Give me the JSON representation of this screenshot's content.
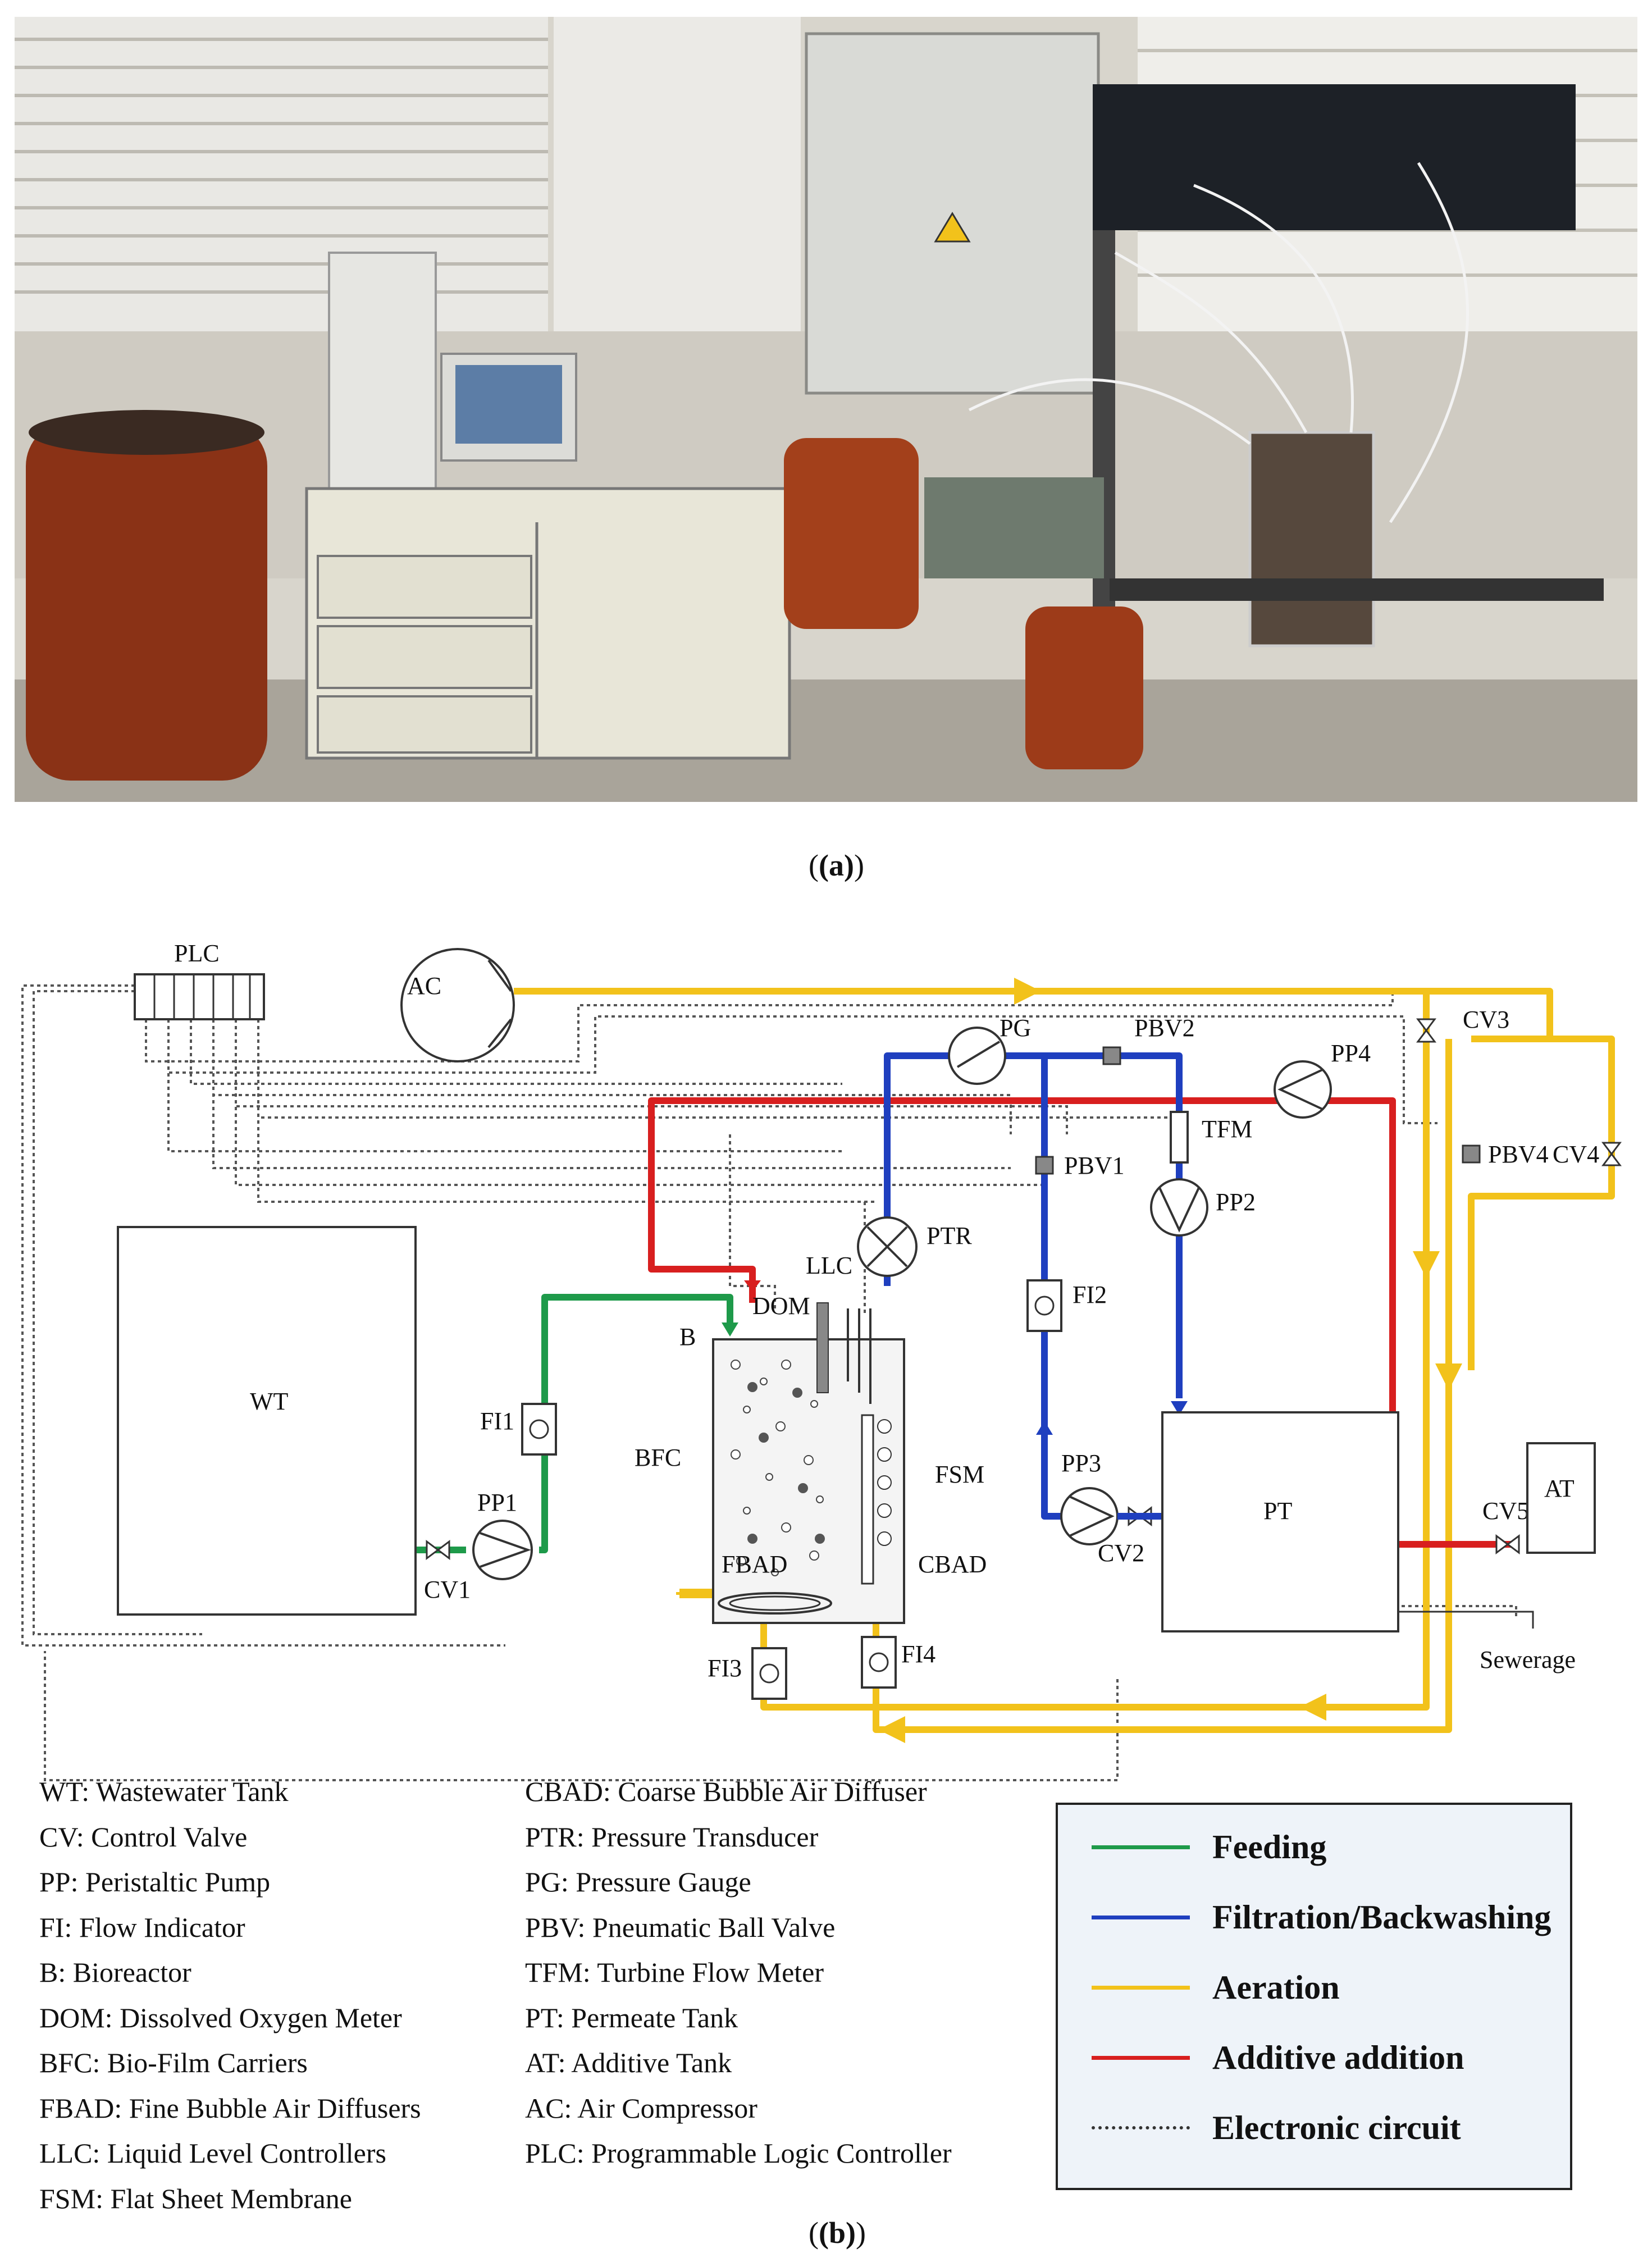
{
  "captions": {
    "photo": "(a)",
    "diagram": "(b)"
  },
  "diagram": {
    "labels": {
      "plc": "PLC",
      "ac": "AC",
      "pg": "PG",
      "pbv2": "PBV2",
      "pp4": "PP4",
      "cv3": "CV3",
      "tfm": "TFM",
      "pbv4": "PBV4",
      "cv4": "CV4",
      "pbv1": "PBV1",
      "pp2": "PP2",
      "ptr": "PTR",
      "fi2": "FI2",
      "llc": "LLC",
      "dom": "DOM",
      "b": "B",
      "wt": "WT",
      "fi1": "FI1",
      "bfc": "BFC",
      "fsm": "FSM",
      "pp3": "PP3",
      "pt": "PT",
      "cv5": "CV5",
      "at": "AT",
      "cv2": "CV2",
      "fbad": "FBAD",
      "cbad": "CBAD",
      "pp1": "PP1",
      "cv1": "CV1",
      "sewerage": "Sewerage",
      "fi3": "FI3",
      "fi4": "FI4"
    }
  },
  "glossary_left": [
    "WT: Wastewater Tank",
    "CV: Control Valve",
    "PP: Peristaltic Pump",
    "FI: Flow Indicator",
    "B: Bioreactor",
    "DOM: Dissolved Oxygen Meter",
    "BFC: Bio-Film Carriers",
    "FBAD: Fine Bubble Air Diffusers",
    "LLC: Liquid Level Controllers",
    "FSM: Flat Sheet Membrane"
  ],
  "glossary_right": [
    "CBAD: Coarse Bubble Air Diffuser",
    "PTR: Pressure Transducer",
    "PG: Pressure Gauge",
    "PBV: Pneumatic Ball Valve",
    "TFM: Turbine Flow Meter",
    "PT: Permeate Tank",
    "AT: Additive Tank",
    "AC: Air Compressor",
    "PLC: Programmable Logic Controller"
  ],
  "legend": [
    {
      "label": "Feeding",
      "color": "#1e9a4a",
      "style": "solid"
    },
    {
      "label": "Filtration/Backwashing",
      "color": "#1f3fbf",
      "style": "solid"
    },
    {
      "label": "Aeration",
      "color": "#f2c21b",
      "style": "solid"
    },
    {
      "label": "Additive addition",
      "color": "#d81f1f",
      "style": "solid"
    },
    {
      "label": "Electronic circuit",
      "color": "#333333",
      "style": "dotted"
    }
  ],
  "colors": {
    "feeding": "#1e9a4a",
    "filtration": "#1f3fbf",
    "aeration": "#f2c21b",
    "additive": "#d81f1f",
    "electronic": "#555555"
  }
}
